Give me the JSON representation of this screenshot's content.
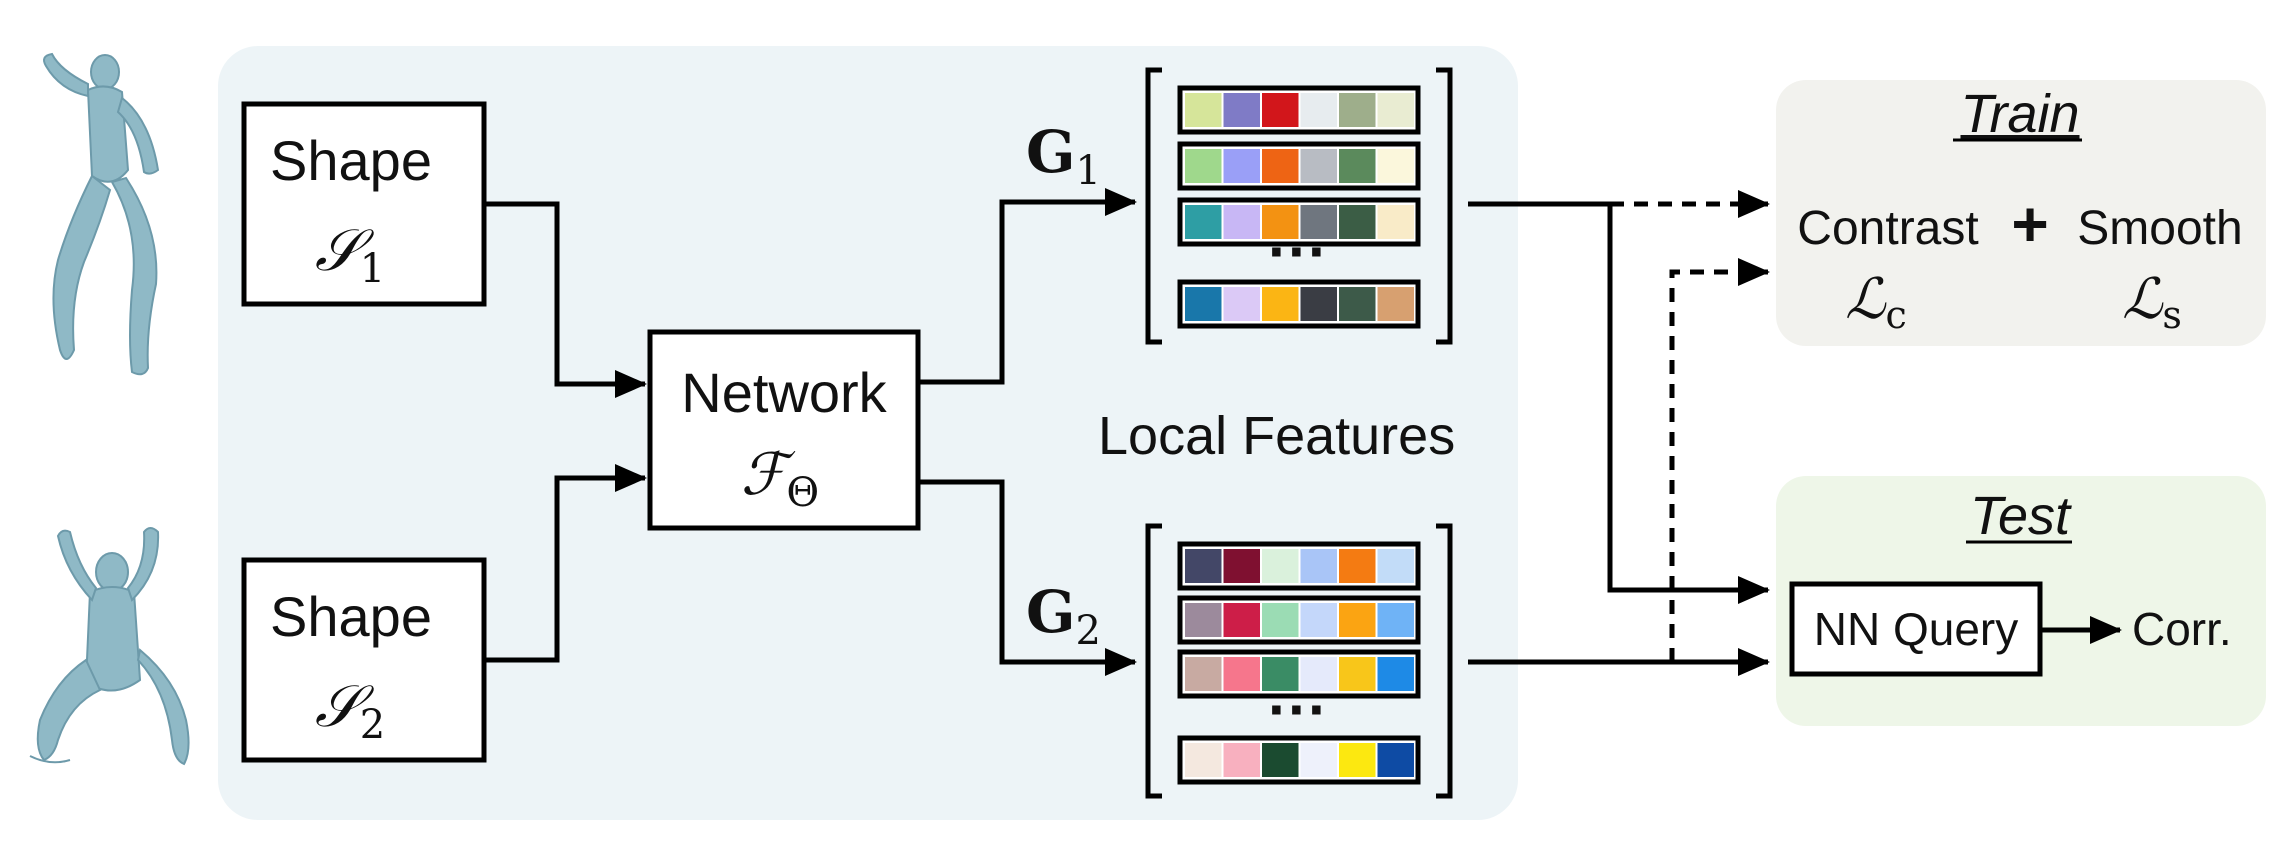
{
  "shape1": {
    "title": "Shape",
    "symbol": "𝒮",
    "sub": "1"
  },
  "shape2": {
    "title": "Shape",
    "symbol": "𝒮",
    "sub": "2"
  },
  "network": {
    "title": "Network",
    "symbol": "ℱ",
    "sub": "Θ"
  },
  "g1": {
    "symbol": "G",
    "sub": "1"
  },
  "g2": {
    "symbol": "G",
    "sub": "2"
  },
  "local_features": "Local Features",
  "ellipsis": "···",
  "train": {
    "title": "Train",
    "contrast": "Contrast",
    "plus": "+",
    "smooth": "Smooth",
    "lc_symbol": "ℒ",
    "lc_sub": "c",
    "ls_symbol": "ℒ",
    "ls_sub": "s"
  },
  "test": {
    "title": "Test",
    "nn_query": "NN Query",
    "corr": "Corr."
  },
  "colors": {
    "panel": "#edf4f7",
    "train_panel": "#f2f2ee",
    "test_panel": "#eef6e8",
    "human": "#8fb9c6"
  },
  "features": {
    "g1": [
      [
        "#d6e59a",
        "#7f7bc6",
        "#d2161b",
        "#e7ecef",
        "#9eae8b",
        "#e9ecd2"
      ],
      [
        "#9fd88c",
        "#9a9ff7",
        "#ee6414",
        "#b8bcc3",
        "#5b8a5c",
        "#fbf7dc"
      ],
      [
        "#2e9ea4",
        "#c8b7f5",
        "#f39212",
        "#6f767f",
        "#3b5d45",
        "#f9ebc8"
      ],
      [
        "#1977aa",
        "#dbc9f6",
        "#fbb514",
        "#3a3d44",
        "#3d5a49",
        "#d7a070"
      ]
    ],
    "g2": [
      [
        "#434767",
        "#7f1030",
        "#daf1dc",
        "#a9c5f7",
        "#f47b12",
        "#c2dcf8"
      ],
      [
        "#9c8a9c",
        "#cd1e48",
        "#9bdcb4",
        "#c4d7fa",
        "#fba412",
        "#6fb3f6"
      ],
      [
        "#c8aaa2",
        "#f6768c",
        "#3a8c65",
        "#e5eafb",
        "#f8c61a",
        "#1e8ae6"
      ],
      [
        "#f4e8df",
        "#f8b0bf",
        "#1b4b30",
        "#eef1fb",
        "#fce810",
        "#0e4ba4"
      ]
    ]
  }
}
